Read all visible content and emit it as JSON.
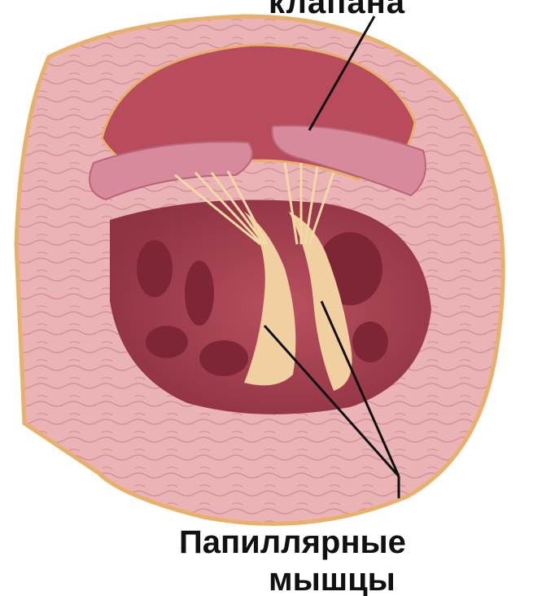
{
  "labels": {
    "valve_label": "клапана",
    "papillary_line1": "Папиллярные",
    "papillary_line2": "мышцы"
  },
  "colors": {
    "outer_wall": "#e8aeb1",
    "wall_texture": "#c98a90",
    "outline_gold": "#e7b06b",
    "cavity": "#a8404f",
    "cavity_light": "#c45a68",
    "valve": "#d98a9a",
    "chordae": "#f3d9a8",
    "pointer_line": "#111111"
  },
  "icons": [
    "heart-ventricle-illustration"
  ]
}
